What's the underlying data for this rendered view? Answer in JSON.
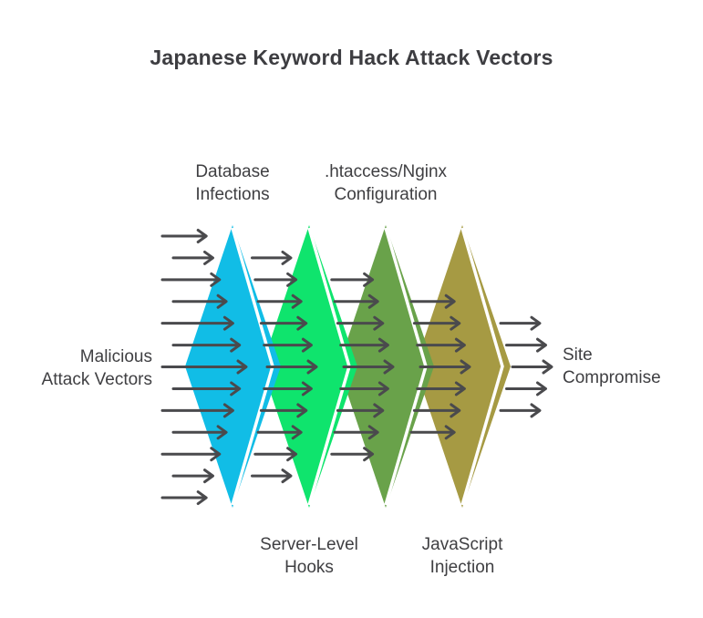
{
  "title": "Japanese Keyword Hack Attack Vectors",
  "input_label": {
    "lines": [
      "Malicious",
      "Attack Vectors"
    ]
  },
  "output_label": {
    "lines": [
      "Site",
      "Compromise"
    ]
  },
  "diagram": {
    "stages": [
      {
        "id": "database-infections",
        "label_lines": [
          "Database",
          "Infections"
        ],
        "label_position": "top",
        "color": "#11bde6"
      },
      {
        "id": "server-level-hooks",
        "label_lines": [
          "Server-Level",
          "Hooks"
        ],
        "label_position": "bottom",
        "color": "#0fe46d"
      },
      {
        "id": "htaccess-nginx-configuration",
        "label_lines": [
          ".htaccess/Nginx",
          "Configuration"
        ],
        "label_position": "top",
        "color": "#69a24a"
      },
      {
        "id": "javascript-injection",
        "label_lines": [
          "JavaScript",
          "Injection"
        ],
        "label_position": "bottom",
        "color": "#a69a43"
      }
    ],
    "arrow_columns": [
      13,
      11,
      9,
      7,
      5
    ],
    "colors": {
      "arrow": "#4a4a4d",
      "stripe": "#ffffff",
      "title_text": "#3d3d41",
      "label_text": "#3f3f42",
      "background": "#ffffff"
    }
  }
}
